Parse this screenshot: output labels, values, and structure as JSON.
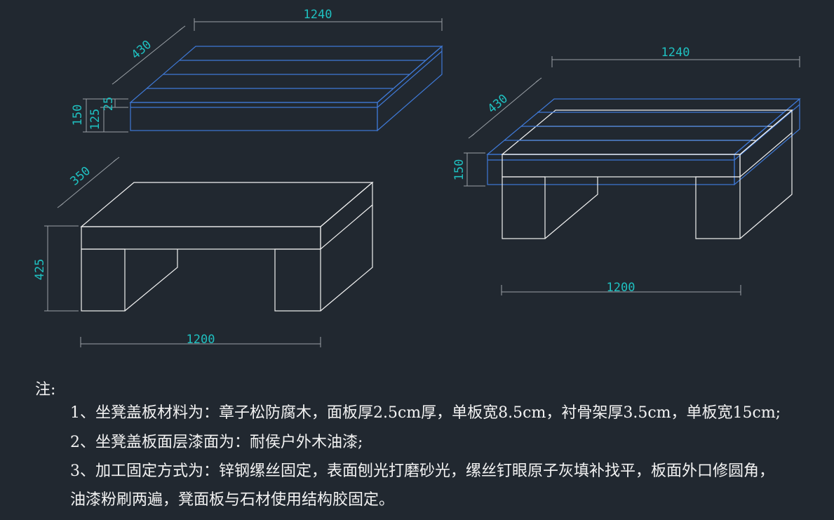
{
  "dimensions": {
    "top_left_length": "1240",
    "top_left_depth": "430",
    "top_left_total_height": "150",
    "top_left_frame_height": "125",
    "top_left_board_thickness": "25",
    "bottom_left_depth": "350",
    "bottom_left_height": "425",
    "bottom_left_length": "1200",
    "right_length_top": "1240",
    "right_depth": "430",
    "right_height": "150",
    "right_length_bottom": "1200"
  },
  "notes": {
    "title": "注:",
    "line1": "1、坐凳盖板材料为：章子松防腐木，面板厚2.5cm厚，单板宽8.5cm，衬骨架厚3.5cm，单板宽15cm;",
    "line2": "2、坐凳盖板面层漆面为：耐侯户外木油漆;",
    "line3": "3、加工固定方式为：锌钢缧丝固定，表面刨光打磨砂光，缧丝钉眼原子灰填补找平，板面外口修圆角，",
    "line4": "油漆粉刷两遍，凳面板与石材使用结构胶固定。"
  },
  "colors": {
    "background": "#212830",
    "outline": "#f2f2f2",
    "board_lines": "#3f79d6",
    "dimension_text": "#1fc0c0"
  }
}
